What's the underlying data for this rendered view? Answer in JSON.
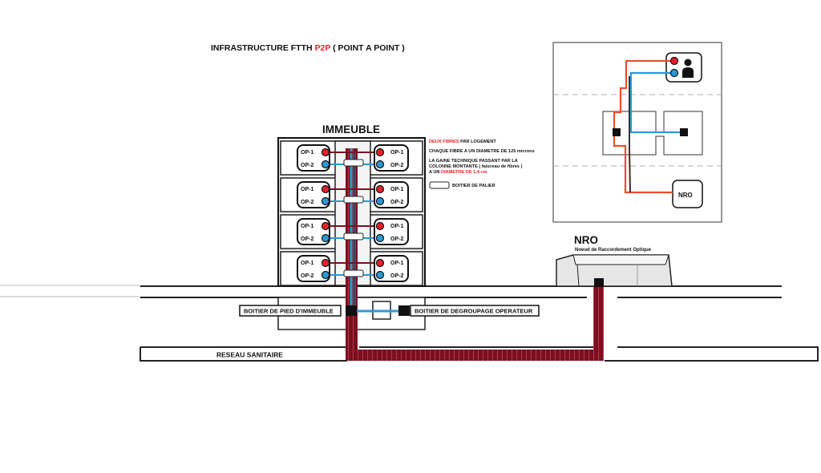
{
  "title": {
    "prefix": "INFRASTRUCTURE FTTH ",
    "accent": "P2P",
    "suffix": " ( POINT A POINT )"
  },
  "building": {
    "label": "IMMEUBLE",
    "port_1": "OP-1",
    "port_2": "OP-2"
  },
  "annotations": {
    "fibers_accent": "DEUX FIBRES",
    "fibers_rest": " PAR LOGEMENT",
    "diameter": "CHAQUE FIBRE A UN DIAMETRE DE 125 microns",
    "gaine_line1": "LA GAINE TECHNIQUE PASSANT PAR LA",
    "gaine_line2": "COLONNE MONTANTE ( faisceau de fibres )",
    "gaine_line3_prefix": "A UN ",
    "gaine_line3_accent": "DIAMETRE DE 1,4 cm",
    "palier_box": "BOITIER DE PALIER"
  },
  "labels": {
    "pied_immeuble": "BOITIER DE PIED D'IMMEUBLE",
    "degroupage": "BOITIER DE DEGROUPAGE OPERATEUR",
    "reseau": "RESEAU SANITAIRE"
  },
  "nro": {
    "title": "NRO",
    "subtitle": "Noeud de Raccordement Optique"
  },
  "inset": {
    "nro_label": "NRO"
  },
  "colors": {
    "accent_red": "#e8202a",
    "fiber_red": "#7a1020",
    "fiber_blue": "#2a9ad6",
    "inset_red": "#e8502a"
  }
}
